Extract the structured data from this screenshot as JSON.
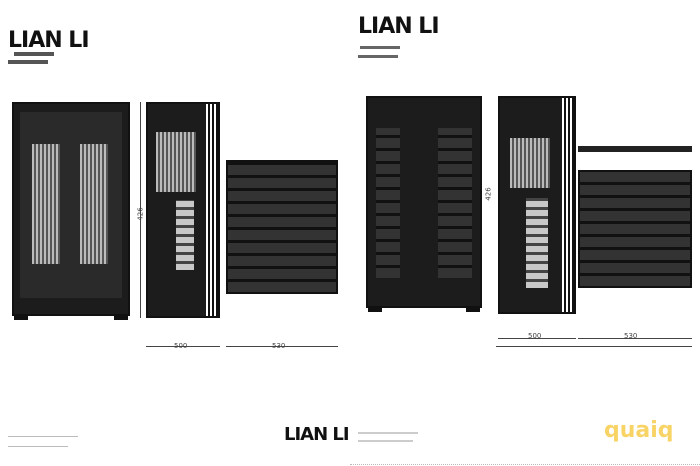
{
  "left": {
    "title": "LIAN LI",
    "subtitle": [
      "",
      ""
    ],
    "dims": {
      "height": "426",
      "depth": "500",
      "width": "530"
    }
  },
  "right": {
    "title": "LIAN LI",
    "dims": {
      "height": "426",
      "depth": "500",
      "width": "530"
    }
  },
  "footer": {
    "logo_left": "LIAN LI",
    "logo_right": "quaiq",
    "accent": "#f5b700"
  }
}
